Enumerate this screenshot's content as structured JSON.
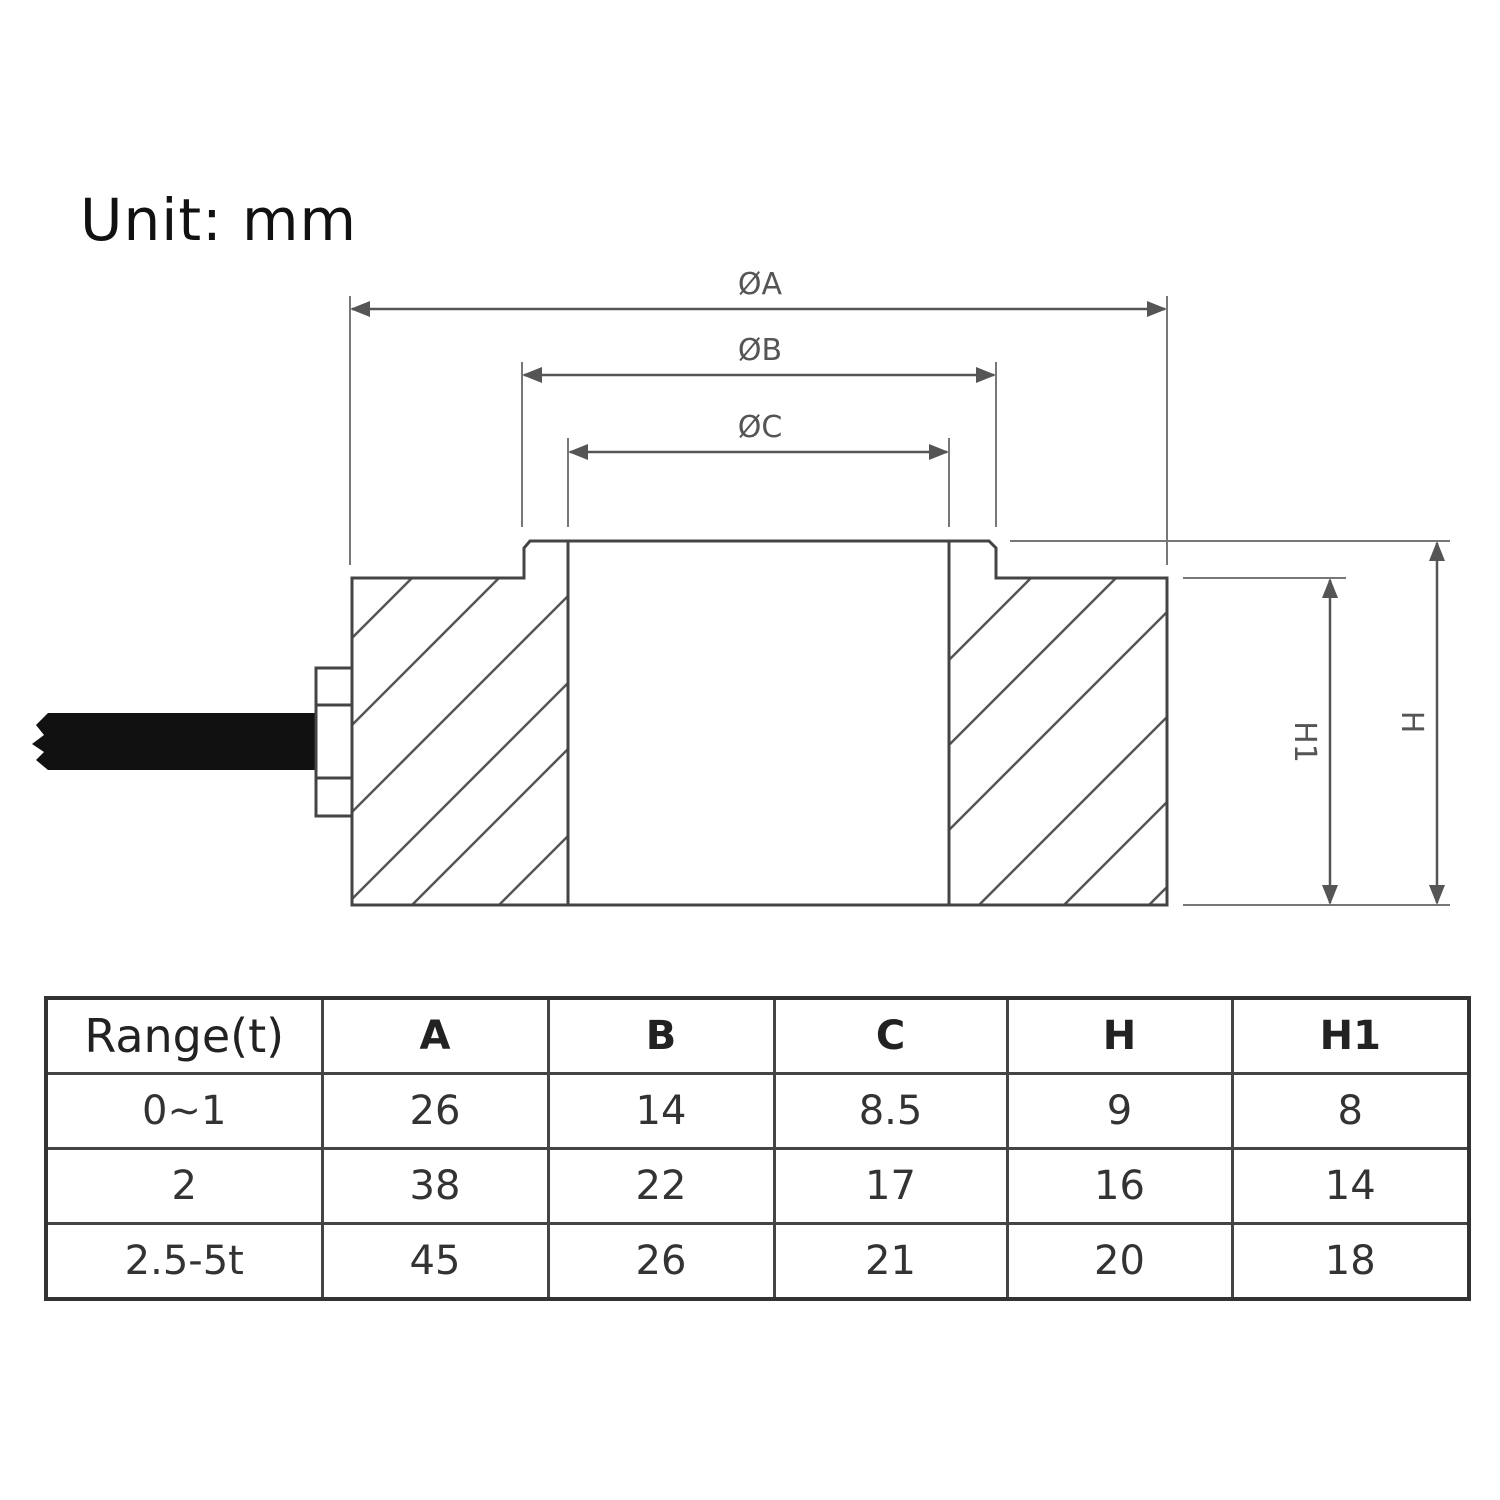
{
  "unit_label": "Unit: mm",
  "drawing": {
    "dim_a": "ØA",
    "dim_b": "ØB",
    "dim_c": "ØC",
    "dim_h": "H",
    "dim_h1": "H1"
  },
  "table": {
    "headers": [
      "Range(t)",
      "A",
      "B",
      "C",
      "H",
      "H1"
    ],
    "rows": [
      [
        "0∼1",
        "26",
        "14",
        "8.5",
        "9",
        "8"
      ],
      [
        "2",
        "38",
        "22",
        "17",
        "16",
        "14"
      ],
      [
        "2.5-5t",
        "45",
        "26",
        "21",
        "20",
        "18"
      ]
    ]
  }
}
